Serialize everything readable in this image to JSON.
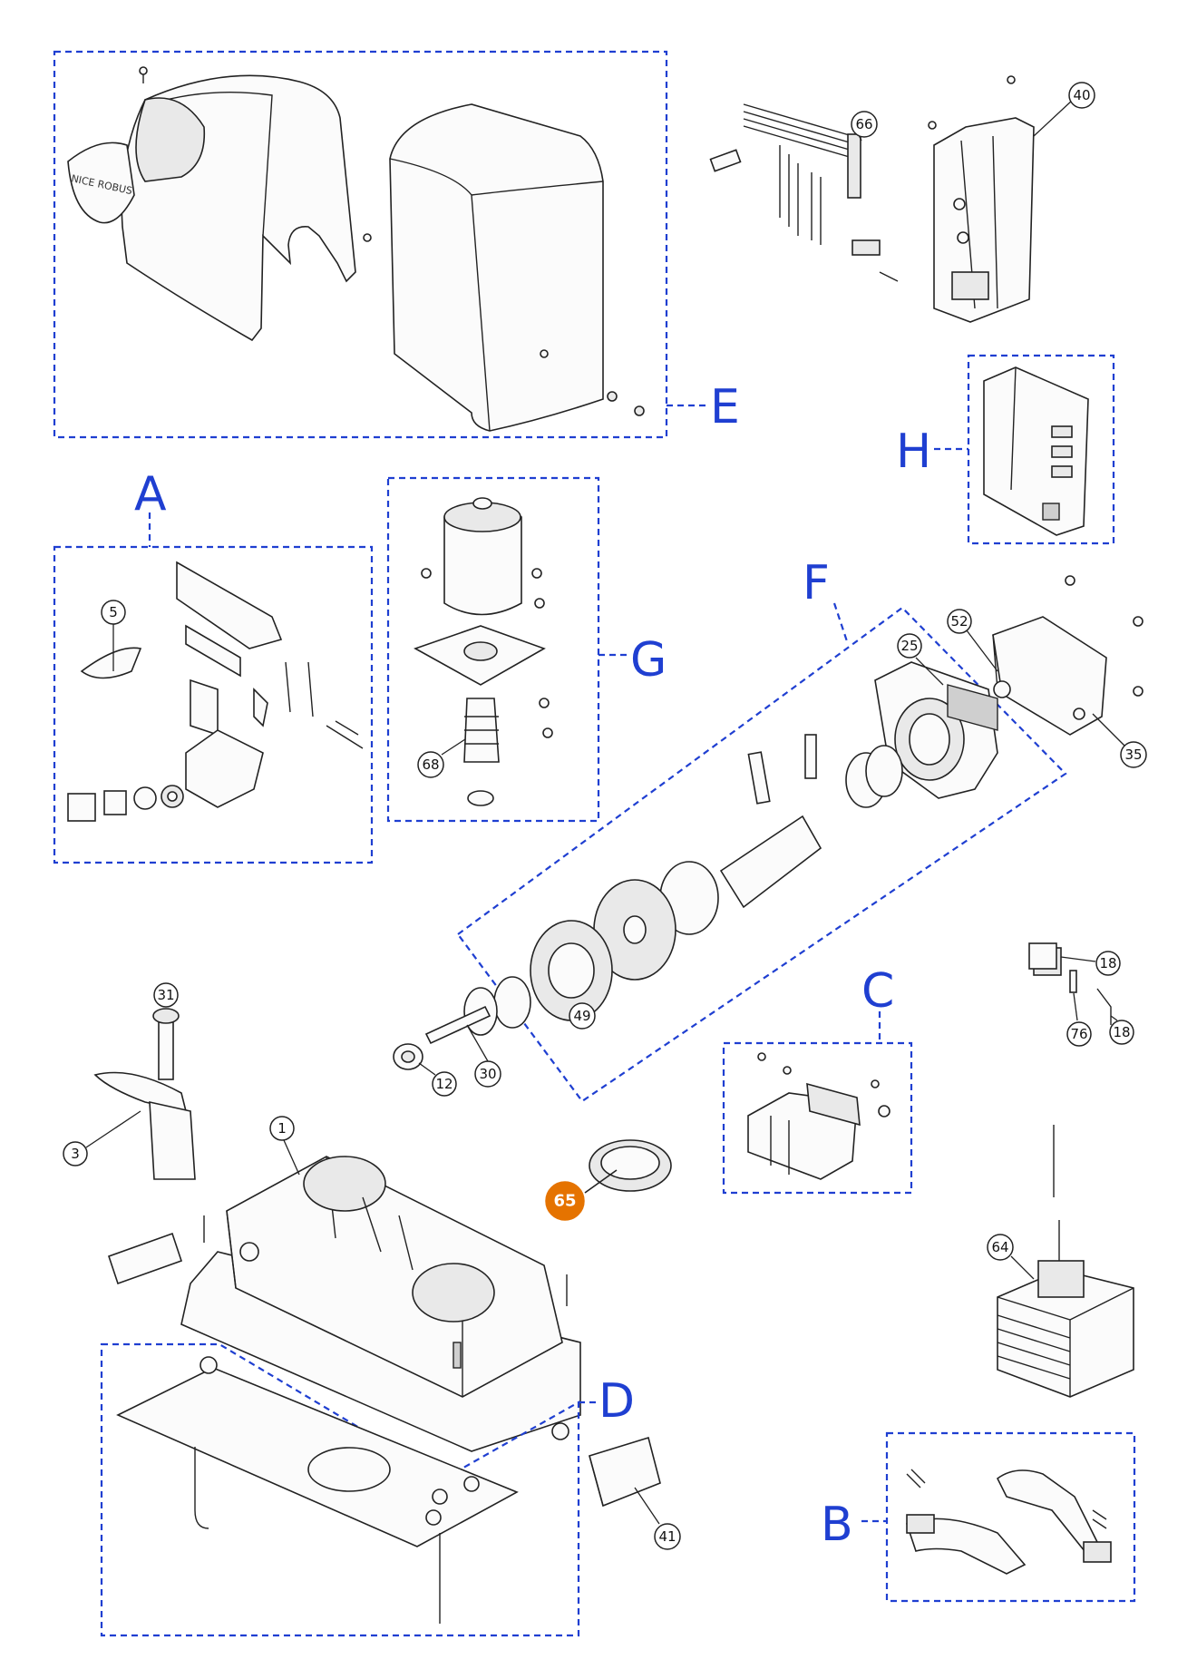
{
  "diagram": {
    "groups": [
      {
        "id": "E",
        "label": "E"
      },
      {
        "id": "A",
        "label": "A"
      },
      {
        "id": "G",
        "label": "G"
      },
      {
        "id": "H",
        "label": "H"
      },
      {
        "id": "F",
        "label": "F"
      },
      {
        "id": "C",
        "label": "C"
      },
      {
        "id": "D",
        "label": "D"
      },
      {
        "id": "B",
        "label": "B"
      }
    ],
    "callouts": [
      {
        "id": "66",
        "label": "66"
      },
      {
        "id": "40",
        "label": "40"
      },
      {
        "id": "5",
        "label": "5"
      },
      {
        "id": "68",
        "label": "68"
      },
      {
        "id": "52",
        "label": "52"
      },
      {
        "id": "25",
        "label": "25"
      },
      {
        "id": "35",
        "label": "35"
      },
      {
        "id": "49",
        "label": "49"
      },
      {
        "id": "30",
        "label": "30"
      },
      {
        "id": "12",
        "label": "12"
      },
      {
        "id": "31",
        "label": "31"
      },
      {
        "id": "3",
        "label": "3"
      },
      {
        "id": "1",
        "label": "1"
      },
      {
        "id": "65",
        "label": "65",
        "highlighted": true
      },
      {
        "id": "18a",
        "label": "18"
      },
      {
        "id": "76",
        "label": "76"
      },
      {
        "id": "18b",
        "label": "18"
      },
      {
        "id": "64",
        "label": "64"
      },
      {
        "id": "41",
        "label": "41"
      }
    ],
    "cover_stamp": "NICE ROBUS",
    "colors": {
      "group_outline": "#1f3fd1",
      "highlight": "#e57300",
      "line_art": "#222222"
    }
  }
}
